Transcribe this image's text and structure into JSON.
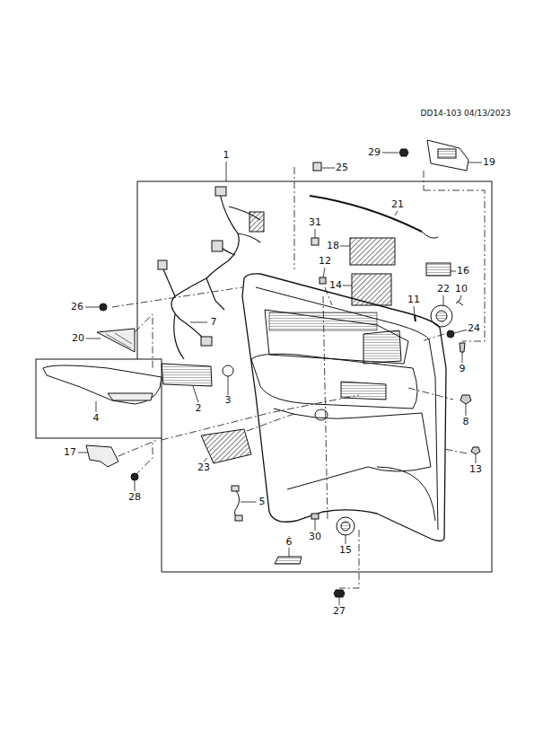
{
  "diagram": {
    "labels": [
      "DD14-103 04/13/2023",
      "29",
      "19",
      "1",
      "25",
      "21",
      "31",
      "18",
      "16",
      "12",
      "14",
      "22",
      "10",
      "11",
      "26",
      "7",
      "24",
      "20",
      "9",
      "3",
      "2",
      "4",
      "8",
      "17",
      "23",
      "13",
      "28",
      "5",
      "30",
      "6",
      "15",
      "27"
    ]
  }
}
